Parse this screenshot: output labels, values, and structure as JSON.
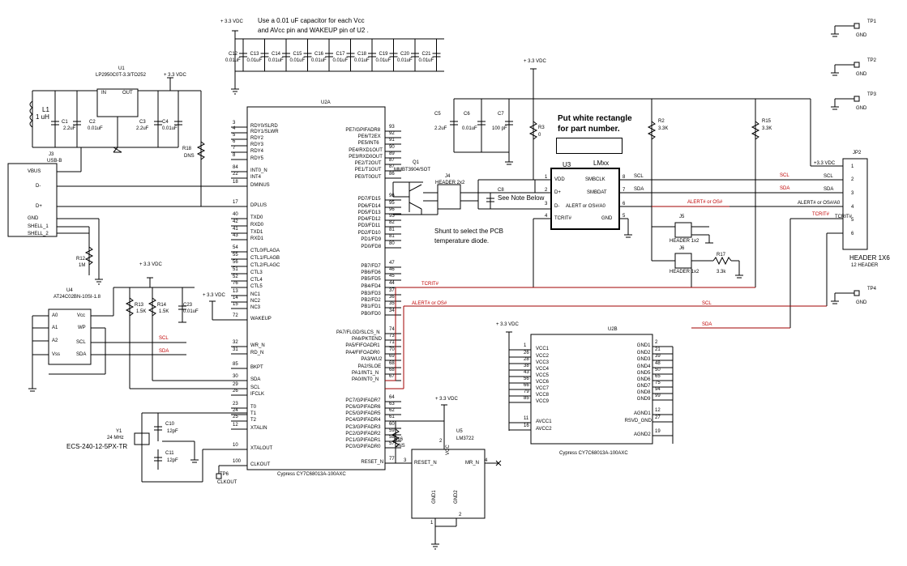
{
  "notes": {
    "decoupling": "Use a 0.01 uF capacitor for each Vcc",
    "decoupling2": "and AVcc pin and WAKEUP pin of U2 .",
    "part_number": "Put white rectangle",
    "part_number2": "for part number.",
    "shunt": "Shunt to select the PCB",
    "shunt2": "temperature diode.",
    "see_note": "See Note Below"
  },
  "power": {
    "v33": "+ 3.3 VDC",
    "v33b": "+3.3 VDC",
    "gnd": "GND"
  },
  "decoupling_caps": [
    {
      "ref": "C12",
      "val": "0.01uF"
    },
    {
      "ref": "C13",
      "val": "0.01uF"
    },
    {
      "ref": "C14",
      "val": "0.01uF"
    },
    {
      "ref": "C15",
      "val": "0.01uF"
    },
    {
      "ref": "C16",
      "val": "0.01uF"
    },
    {
      "ref": "C17",
      "val": "0.01uF"
    },
    {
      "ref": "C18",
      "val": "0.01uF"
    },
    {
      "ref": "C19",
      "val": "0.01uF"
    },
    {
      "ref": "C20",
      "val": "0.01uF"
    },
    {
      "ref": "C21",
      "val": "0.01uF"
    }
  ],
  "u1": {
    "ref": "U1",
    "part": "LP2950C0T-3.3/TO252",
    "in": "IN",
    "out": "OUT",
    "gnd": "GND"
  },
  "l1": {
    "ref": "L1",
    "val": "1 uH"
  },
  "c1": {
    "ref": "C1",
    "val": "2.2uF"
  },
  "c2": {
    "ref": "C2",
    "val": "0.01uF"
  },
  "c3": {
    "ref": "C3",
    "val": "2.2uF"
  },
  "c4": {
    "ref": "C4",
    "val": "0.01uF"
  },
  "r18": {
    "ref": "R18",
    "val": "DNS"
  },
  "j3": {
    "ref": "J3",
    "part": "USB-B",
    "pins": [
      "VBUS",
      "D-",
      "D+",
      "GND",
      "SHELL_1",
      "SHELL_2"
    ]
  },
  "r12": {
    "ref": "R12",
    "val": "1M"
  },
  "u4": {
    "ref": "U4",
    "part": "AT24C02BN-10SI-1.8",
    "left": [
      "A0",
      "A1",
      "A2",
      "Vss"
    ],
    "right": [
      "Vcc",
      "WP",
      "SCL",
      "SDA"
    ]
  },
  "r13": {
    "ref": "R13",
    "val": "1.5K"
  },
  "r14": {
    "ref": "R14",
    "val": "1.5K"
  },
  "c23": {
    "ref": "C23",
    "val": "0.01uF"
  },
  "y1": {
    "ref": "Y1",
    "freq": "24 MHz",
    "part": "ECS-240-12-5PX-TR"
  },
  "c10": {
    "ref": "C10",
    "val": "12pF"
  },
  "c11": {
    "ref": "C11",
    "val": "12pF"
  },
  "tp6": {
    "ref": "TP6",
    "name": "CLKOUT"
  },
  "u2a": {
    "ref": "U2A",
    "part": "Cypress CY7C68013A-100AXC",
    "left_pins": [
      {
        "n": "3",
        "name": "RDY0/SLRD"
      },
      {
        "n": "4",
        "name": "RDY1/SLWR"
      },
      {
        "n": "5",
        "name": "RDY2"
      },
      {
        "n": "6",
        "name": "RDY3"
      },
      {
        "n": "7",
        "name": "RDY4"
      },
      {
        "n": "8",
        "name": "RDY5"
      },
      {
        "n": "84",
        "name": "INT0_N"
      },
      {
        "n": "22",
        "name": "INT4"
      },
      {
        "n": "18",
        "name": "DMINUS"
      },
      {
        "n": "17",
        "name": "DPLUS"
      },
      {
        "n": "40",
        "name": "TXD0"
      },
      {
        "n": "42",
        "name": "RXD0"
      },
      {
        "n": "41",
        "name": "TXD1"
      },
      {
        "n": "43",
        "name": "RXD1"
      },
      {
        "n": "54",
        "name": "CTL0/FLAGA"
      },
      {
        "n": "55",
        "name": "CTL1/FLAGB"
      },
      {
        "n": "56",
        "name": "CTL2/FLAGC"
      },
      {
        "n": "51",
        "name": "CTL3"
      },
      {
        "n": "52",
        "name": "CTL4"
      },
      {
        "n": "76",
        "name": "CTL5"
      },
      {
        "n": "13",
        "name": "NC1"
      },
      {
        "n": "14",
        "name": "NC2"
      },
      {
        "n": "15",
        "name": "NC3"
      },
      {
        "n": "72",
        "name": "WAKEUP"
      },
      {
        "n": "32",
        "name": "WR_N"
      },
      {
        "n": "31",
        "name": "RD_N"
      },
      {
        "n": "85",
        "name": "BKPT"
      },
      {
        "n": "30",
        "name": "SDA"
      },
      {
        "n": "29",
        "name": "SCL"
      },
      {
        "n": "26",
        "name": "IFCLK"
      },
      {
        "n": "23",
        "name": "T0"
      },
      {
        "n": "24",
        "name": "T1"
      },
      {
        "n": "25",
        "name": "T2"
      },
      {
        "n": "12",
        "name": "XTALIN"
      },
      {
        "n": "10",
        "name": "XTALOUT"
      },
      {
        "n": "100",
        "name": "CLKOUT"
      }
    ],
    "right_pins": [
      {
        "n": "93",
        "name": "PE7/GPIFADR8"
      },
      {
        "n": "92",
        "name": "PE6/T2EX"
      },
      {
        "n": "91",
        "name": "PE5/INT6"
      },
      {
        "n": "90",
        "name": "PE4/RXD1OUT"
      },
      {
        "n": "89",
        "name": "PE3/RXD0OUT"
      },
      {
        "n": "87",
        "name": "PE2/T2OUT"
      },
      {
        "n": "87",
        "name": "PE1/T1OUT"
      },
      {
        "n": "86",
        "name": "PE0/T0OUT"
      },
      {
        "n": "96",
        "name": "PD7/FD15"
      },
      {
        "n": "95",
        "name": "PD6/FD14"
      },
      {
        "n": "96",
        "name": "PD5/FD13"
      },
      {
        "n": "95",
        "name": "PD4/FD12"
      },
      {
        "n": "82",
        "name": "PD3/FD11"
      },
      {
        "n": "81",
        "name": "PD2/FD10"
      },
      {
        "n": "81",
        "name": "PD1/FD9"
      },
      {
        "n": "80",
        "name": "PD0/FD8"
      },
      {
        "n": "47",
        "name": "PB7/FD7"
      },
      {
        "n": "46",
        "name": "PB6/FD6"
      },
      {
        "n": "45",
        "name": "PB5/FD5"
      },
      {
        "n": "44",
        "name": "PB4/FD4"
      },
      {
        "n": "37",
        "name": "PB3/FD3"
      },
      {
        "n": "36",
        "name": "PB2/FD2"
      },
      {
        "n": "35",
        "name": "PB1/FD1"
      },
      {
        "n": "34",
        "name": "PB0/FD0"
      },
      {
        "n": "74",
        "name": "PA7/FLGD/SLCS_N"
      },
      {
        "n": "73",
        "name": "PA6/PKTEND"
      },
      {
        "n": "71",
        "name": "PA5/FIFOADR1"
      },
      {
        "n": "70",
        "name": "PA4/FIFOADR0"
      },
      {
        "n": "69",
        "name": "PA3/WU2"
      },
      {
        "n": "68",
        "name": "PA2/SLOE"
      },
      {
        "n": "68",
        "name": "PA1/INT1_N"
      },
      {
        "n": "67",
        "name": "PA0/INT0_N"
      },
      {
        "n": "64",
        "name": "PC7/GPIFADR7"
      },
      {
        "n": "63",
        "name": "PC6/GPIFADR6"
      },
      {
        "n": "62",
        "name": "PC5/GPIFADR5"
      },
      {
        "n": "61",
        "name": "PC4/GPIFADR4"
      },
      {
        "n": "60",
        "name": "PC3/GPIFADR3"
      },
      {
        "n": "59",
        "name": "PC2/GPIFADR2"
      },
      {
        "n": "58",
        "name": "PC1/GPIFADR1"
      },
      {
        "n": "57",
        "name": "PC0/GPIFADR0"
      },
      {
        "n": "77",
        "name": "RESET_N"
      }
    ]
  },
  "r16": {
    "ref": "R16",
    "val": "DNS"
  },
  "u5": {
    "ref": "U5",
    "part": "LM3722",
    "pins": [
      "RESET_N",
      "MR_N",
      "VCC",
      "GND1",
      "GND2"
    ],
    "pin_nums": [
      "3",
      "4",
      "2",
      "1",
      "2"
    ]
  },
  "q1": {
    "ref": "Q1",
    "part": "MMBT3904/SOT"
  },
  "j4": {
    "ref": "J4",
    "part": "HEADER 2x2"
  },
  "c8": {
    "ref": "C8"
  },
  "c5": {
    "ref": "C5",
    "val": "2.2uF"
  },
  "c6": {
    "ref": "C6",
    "val": "0.01uF"
  },
  "c7": {
    "ref": "C7",
    "val": "100 pF"
  },
  "r3": {
    "ref": "R3",
    "val": "0"
  },
  "r2": {
    "ref": "R2",
    "val": "3.3K"
  },
  "r15": {
    "ref": "R15",
    "val": "3.3K"
  },
  "u3": {
    "ref": "U3",
    "part": "LMxx",
    "left": [
      "VDD",
      "D+",
      "D-",
      "TCRIT#"
    ],
    "right": [
      "SMBCLK",
      "SMBDAT",
      "ALERT or OS#/A0",
      "GND"
    ],
    "lnums": [
      "1",
      "2",
      "3",
      "4"
    ],
    "rnums": [
      "8",
      "7",
      "6",
      "5"
    ]
  },
  "j5": {
    "ref": "J5",
    "part": "HEADER 1x2"
  },
  "j6": {
    "ref": "J6",
    "part": "HEADER 1x2"
  },
  "r17": {
    "ref": "R17",
    "val": "3.3k"
  },
  "jp2": {
    "ref": "JP2",
    "part": "HEADER 1X6",
    "sub": "12 HEADER",
    "nets": [
      "+3.3 VDC",
      "SCL",
      "SDA",
      "ALERT# or OS#/A0",
      "TCRIT#",
      ""
    ]
  },
  "tps": [
    "TP1",
    "TP2",
    "TP3",
    "TP4"
  ],
  "nets": {
    "scl": "SCL",
    "sda": "SDA",
    "alert": "ALERT# or OS#",
    "tcrit": "TCRIT#"
  },
  "u2b": {
    "ref": "U2B",
    "part": "Cypress CY7C68013A-100AXC",
    "left": [
      {
        "n": "1",
        "name": "VCC1"
      },
      {
        "n": "26",
        "name": "VCC2"
      },
      {
        "n": "28",
        "name": "VCC3"
      },
      {
        "n": "38",
        "name": "VCC4"
      },
      {
        "n": "43",
        "name": "VCC5"
      },
      {
        "n": "56",
        "name": "VCC6"
      },
      {
        "n": "66",
        "name": "VCC7"
      },
      {
        "n": "79",
        "name": "VCC8"
      },
      {
        "n": "85",
        "name": "VCC9"
      },
      {
        "n": "11",
        "name": "AVCC1"
      },
      {
        "n": "16",
        "name": "AVCC2"
      }
    ],
    "right": [
      {
        "n": "2",
        "name": "GND1"
      },
      {
        "n": "21",
        "name": "GND2"
      },
      {
        "n": "39",
        "name": "GND3"
      },
      {
        "n": "48",
        "name": "GND4"
      },
      {
        "n": "50",
        "name": "GND5"
      },
      {
        "n": "65",
        "name": "GND6"
      },
      {
        "n": "75",
        "name": "GND7"
      },
      {
        "n": "94",
        "name": "GND8"
      },
      {
        "n": "99",
        "name": "GND9"
      },
      {
        "n": "12",
        "name": "AGND1"
      },
      {
        "n": "27",
        "name": "RSVD_GND"
      },
      {
        "n": "19",
        "name": "AGND2"
      }
    ]
  }
}
